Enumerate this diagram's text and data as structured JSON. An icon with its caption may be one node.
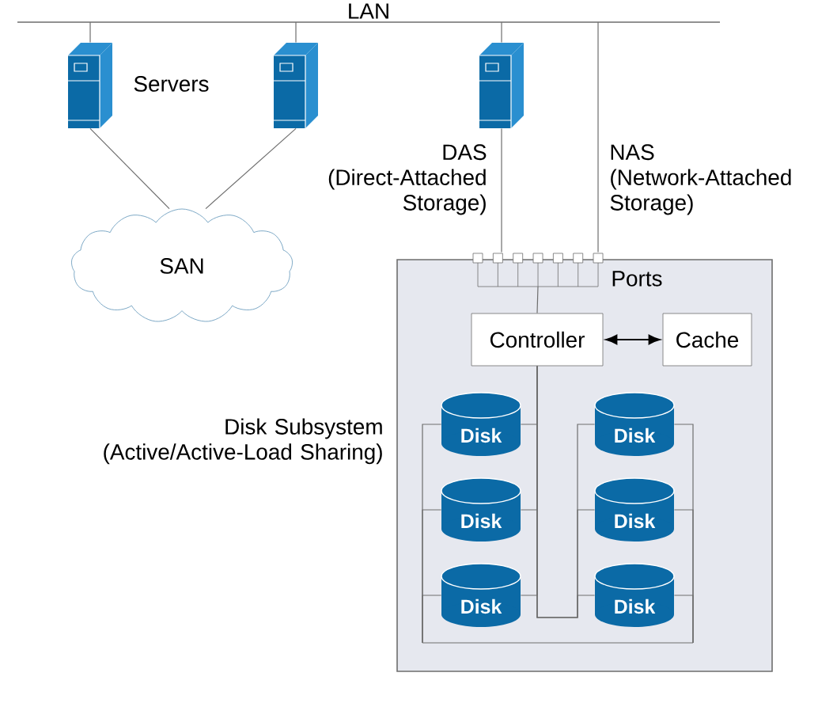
{
  "diagram": {
    "nodes": [
      {
        "text": [
          "LAN"
        ]
      },
      {
        "text": [],
        "shape": "server"
      },
      {
        "text": [],
        "shape": "server"
      },
      {
        "text": [],
        "shape": "server"
      },
      {
        "text": [
          "SAN"
        ]
      },
      {
        "text": [
          "Disk Subsystem (Active/Active-Load Sharing)"
        ]
      },
      {
        "text": [],
        "shape": "bar",
        "beside": [
          "Ports"
        ],
        "in": 5
      },
      {
        "text": [
          "Controller"
        ],
        "in": 5
      },
      {
        "text": [
          "Cache"
        ],
        "in": 5
      },
      {
        "text": [
          "Disk"
        ],
        "in": 5
      },
      {
        "text": [
          "Disk"
        ],
        "in": 5
      },
      {
        "text": [
          "Disk"
        ],
        "in": 5
      },
      {
        "text": [
          "Disk"
        ],
        "in": 5
      },
      {
        "text": [
          "Disk"
        ],
        "in": 5
      },
      {
        "text": [
          "Disk"
        ],
        "in": 5
      },
      {
        "text": [],
        "shape": "line",
        "in": 5
      }
    ],
    "edges": [
      {
        "from": 0,
        "to": 1,
        "arrow": "none"
      },
      {
        "from": 0,
        "to": 2,
        "arrow": "none"
      },
      {
        "from": 0,
        "to": 3,
        "arrow": "none"
      },
      {
        "from": 1,
        "to": 4,
        "arrow": "none"
      },
      {
        "from": 2,
        "to": 4,
        "arrow": "none"
      },
      {
        "from": 3,
        "to": 6,
        "arrow": "none"
      },
      {
        "from": 0,
        "to": 6,
        "arrow": "none"
      },
      {
        "from": 6,
        "to": 7,
        "arrow": "none"
      },
      {
        "from": 7,
        "to": 8,
        "arrow": "both",
        "color": "#000000"
      },
      {
        "from": 7,
        "to": 9,
        "arrow": "none"
      },
      {
        "from": 7,
        "to": 10,
        "arrow": "none"
      },
      {
        "from": 7,
        "to": 11,
        "arrow": "none"
      },
      {
        "from": 7,
        "to": 12,
        "arrow": "none"
      },
      {
        "from": 7,
        "to": 13,
        "arrow": "none"
      },
      {
        "from": 7,
        "to": 14,
        "arrow": "none"
      },
      {
        "from": 15,
        "to": 9,
        "arrow": "none"
      },
      {
        "from": 15,
        "to": 10,
        "arrow": "none"
      },
      {
        "from": 15,
        "to": 11,
        "arrow": "none"
      },
      {
        "from": 15,
        "to": 12,
        "arrow": "none"
      },
      {
        "from": 15,
        "to": 13,
        "arrow": "none"
      },
      {
        "from": 15,
        "to": 14,
        "arrow": "none"
      }
    ],
    "labels": [
      "Servers",
      "DAS (Direct-Attached Storage)",
      "NAS (Network-Attached Storage)"
    ]
  }
}
